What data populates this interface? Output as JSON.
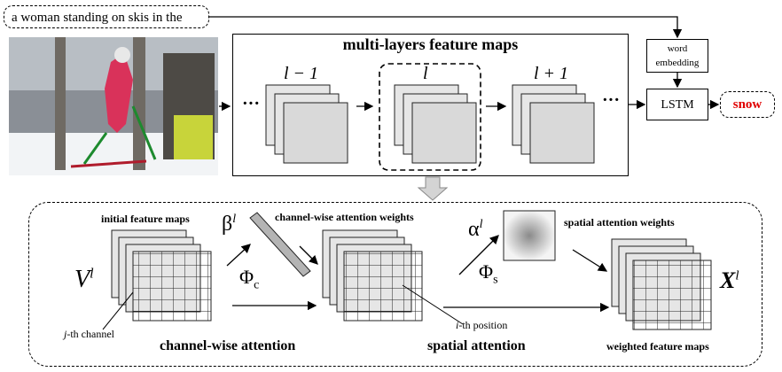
{
  "caption": {
    "text": "a woman standing on skis in the"
  },
  "feature_maps": {
    "title": "multi-layers feature maps",
    "layer_prev": "l − 1",
    "layer_cur": "l",
    "layer_next": "l + 1",
    "ellipsis": "···"
  },
  "word_embedding": {
    "line1": "word",
    "line2": "embedding"
  },
  "lstm": {
    "label": "LSTM"
  },
  "output": {
    "word": "snow",
    "color": "#e00000"
  },
  "attention": {
    "initial_feature_maps": "initial feature maps",
    "v_symbol": "V",
    "v_sup": "l",
    "beta_symbol": "β",
    "beta_sup": "l",
    "channel_weights": "channel-wise attention weights",
    "phi_c": "Φ",
    "phi_c_sub": "c",
    "alpha_symbol": "α",
    "alpha_sup": "l",
    "spatial_weights": "spatial attention weights",
    "phi_s": "Φ",
    "phi_s_sub": "s",
    "x_symbol": "X",
    "x_sup": "l",
    "j_channel": "j",
    "j_channel_rest": "-th channel",
    "i_position": "i",
    "i_position_rest": "-th position",
    "channel_wise_attention": "channel-wise attention",
    "spatial_attention": "spatial attention",
    "weighted_feature_maps": "weighted feature maps"
  }
}
